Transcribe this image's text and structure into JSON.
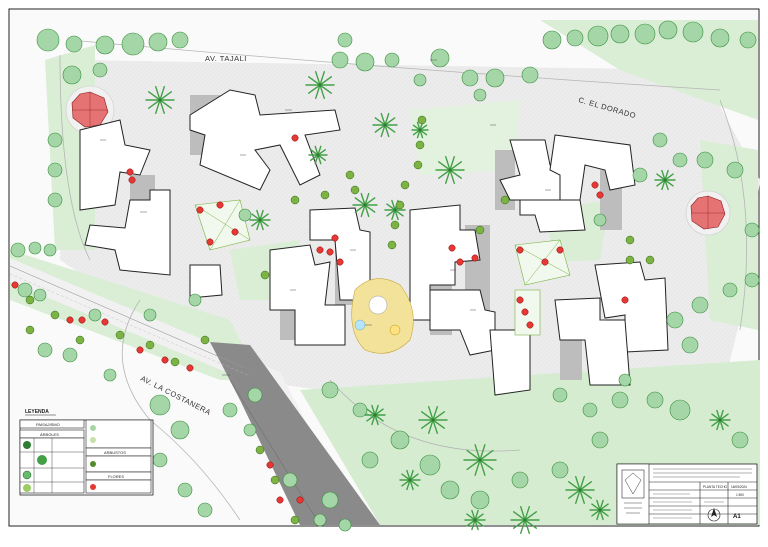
{
  "streets": {
    "tajali": "AV. TAJALI",
    "dorado": "C. EL DORADO",
    "costanera": "AV. LA COSTANERA"
  },
  "legend": {
    "title": "LEYENDA",
    "paisajismo": "PAISAJISMO",
    "arboles": "ÁRBOLES",
    "arbustos": "ARBUSTOS",
    "flores": "FLORES"
  },
  "title_block": {
    "sheet_name": "PLANTA TECHO",
    "date": "16/05/2024",
    "scale": "1:500",
    "sheet_number": "A1"
  },
  "colors": {
    "grass": "#d6ecd1",
    "plaza": "#e9e9e9",
    "building": "#ffffff",
    "tree": "#4caf50",
    "flower": "#e53935",
    "playground": "#f3e29a"
  }
}
